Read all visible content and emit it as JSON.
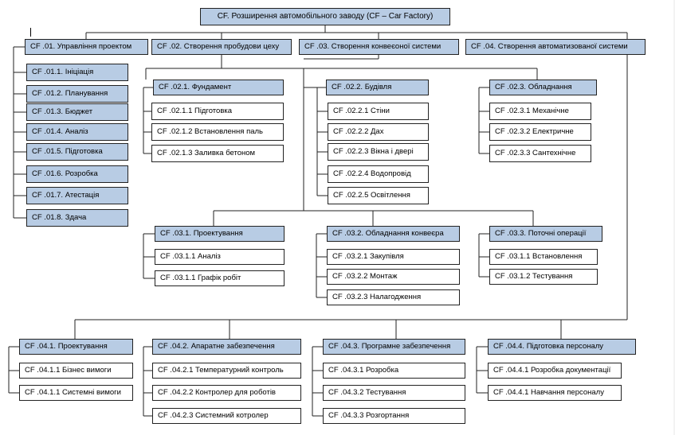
{
  "diagram": {
    "root": "CF. Розширення автомобільного заводу (CF – Car Factory)",
    "phases": [
      {
        "label": "CF .01. Управління проектом",
        "children": [
          {
            "label": "CF .01.1. Ініціація"
          },
          {
            "label": "CF .01.2. Планування"
          },
          {
            "label": "CF .01.3. Бюджет"
          },
          {
            "label": "CF .01.4. Аналіз"
          },
          {
            "label": "CF .01.5. Підготовка"
          },
          {
            "label": "CF .01.6. Розробка"
          },
          {
            "label": "CF .01.7. Атестація"
          },
          {
            "label": "CF .01.8. Здача"
          }
        ]
      },
      {
        "label": "CF .02. Створення пробудови цеху",
        "children": [
          {
            "label": "CF .02.1. Фундамент",
            "children": [
              {
                "label": "CF .02.1.1 Підготовка"
              },
              {
                "label": "CF .02.1.2 Встановлення паль"
              },
              {
                "label": "CF .02.1.3 Заливка бетоном"
              }
            ]
          },
          {
            "label": "CF .02.2. Будівля",
            "children": [
              {
                "label": "CF .02.2.1 Стіни"
              },
              {
                "label": "CF .02.2.2 Дах"
              },
              {
                "label": "CF .02.2.3 Вікна і двері"
              },
              {
                "label": "CF .02.2.4 Водопровід"
              },
              {
                "label": "CF .02.2.5 Освітлення"
              }
            ]
          },
          {
            "label": "CF .02.3. Обладнання",
            "children": [
              {
                "label": "CF .02.3.1 Механічне"
              },
              {
                "label": "CF .02.3.2 Електричне"
              },
              {
                "label": "CF .02.3.3 Сантехнічне"
              }
            ]
          }
        ]
      },
      {
        "label": "CF .03. Створення конвеєоної системи",
        "children": [
          {
            "label": "CF .03.1. Проектування",
            "children": [
              {
                "label": "CF .03.1.1 Аналіз"
              },
              {
                "label": "CF .03.1.1 Графік робіт"
              }
            ]
          },
          {
            "label": "CF .03.2. Обладнання конвеєра",
            "children": [
              {
                "label": "CF .03.2.1 Закупівля"
              },
              {
                "label": "CF .03.2.2 Монтаж"
              },
              {
                "label": "CF .03.2.3 Налагодження"
              }
            ]
          },
          {
            "label": "CF .03.3. Поточні операції",
            "children": [
              {
                "label": "CF .03.1.1 Встановлення"
              },
              {
                "label": "CF .03.1.2 Тестування"
              }
            ]
          }
        ]
      },
      {
        "label": "CF .04. Створення автоматизованої системи",
        "children": [
          {
            "label": "CF .04.1. Проектування",
            "children": [
              {
                "label": "CF .04.1.1 Бізнес вимоги"
              },
              {
                "label": "CF .04.1.1 Системні вимоги"
              }
            ]
          },
          {
            "label": "CF .04.2. Апаратне забезпечення",
            "children": [
              {
                "label": "CF .04.2.1 Температурний контроль"
              },
              {
                "label": "CF .04.2.2 Контролер для роботів"
              },
              {
                "label": "CF .04.2.3 Системний котролер"
              }
            ]
          },
          {
            "label": "CF .04.3. Програмне забезпечення",
            "children": [
              {
                "label": "CF .04.3.1 Розробка"
              },
              {
                "label": "CF .04.3.2 Тестування"
              },
              {
                "label": "CF .04.3.3 Розгортання"
              }
            ]
          },
          {
            "label": "CF .04.4. Підготовка персоналу",
            "children": [
              {
                "label": "CF .04.4.1 Розробка документації"
              },
              {
                "label": "CF .04.4.1 Навчання персоналу"
              }
            ]
          }
        ]
      }
    ]
  },
  "colors": {
    "level_fill": "#b8cce4",
    "leaf_fill": "#ffffff",
    "border": "#222222",
    "line": "#222222"
  }
}
